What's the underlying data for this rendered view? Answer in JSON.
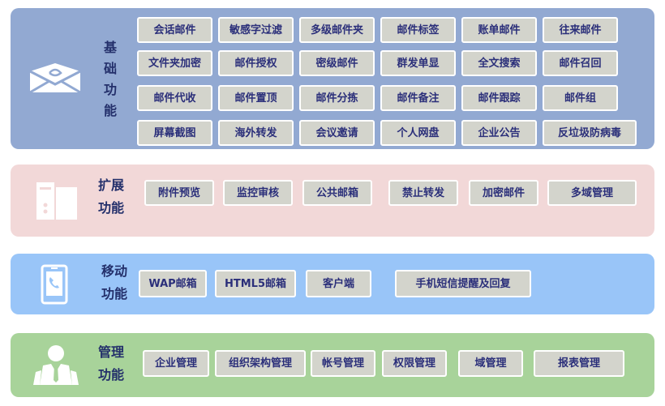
{
  "basic": {
    "title": "基础功能",
    "icon": "envelope-icon",
    "items": [
      "会话邮件",
      "敏感字过滤",
      "多级邮件夹",
      "邮件标签",
      "账单邮件",
      "往来邮件",
      "文件夹加密",
      "邮件授权",
      "密级邮件",
      "群发单显",
      "全文搜索",
      "邮件召回",
      "邮件代收",
      "邮件置顶",
      "邮件分拣",
      "邮件备注",
      "邮件跟踪",
      "邮件组",
      "屏幕截图",
      "海外转发",
      "会议邀请",
      "个人网盘",
      "企业公告",
      "反垃圾防病毒"
    ]
  },
  "extension": {
    "title": "扩展功能",
    "icon": "server-tower-icon",
    "items": [
      "附件预览",
      "监控审核",
      "公共邮箱",
      "禁止转发",
      "加密邮件",
      "多域管理"
    ]
  },
  "mobile": {
    "title": "移动功能",
    "icon": "mobile-phone-icon",
    "items": [
      "WAP邮箱",
      "HTML5邮箱",
      "客户端",
      "手机短信提醒及回复"
    ]
  },
  "admin": {
    "title": "管理功能",
    "icon": "users-icon",
    "items": [
      "企业管理",
      "组织架构管理",
      "帐号管理",
      "权限管理",
      "域管理",
      "报表管理"
    ]
  },
  "colors": {
    "basic": "#92a9d2",
    "extension": "#f2d8d8",
    "mobile": "#99c5f8",
    "admin": "#a8d39a",
    "chip_bg": "#d3d4cc",
    "chip_text": "#2b2f7a",
    "title_text": "#24306b"
  }
}
